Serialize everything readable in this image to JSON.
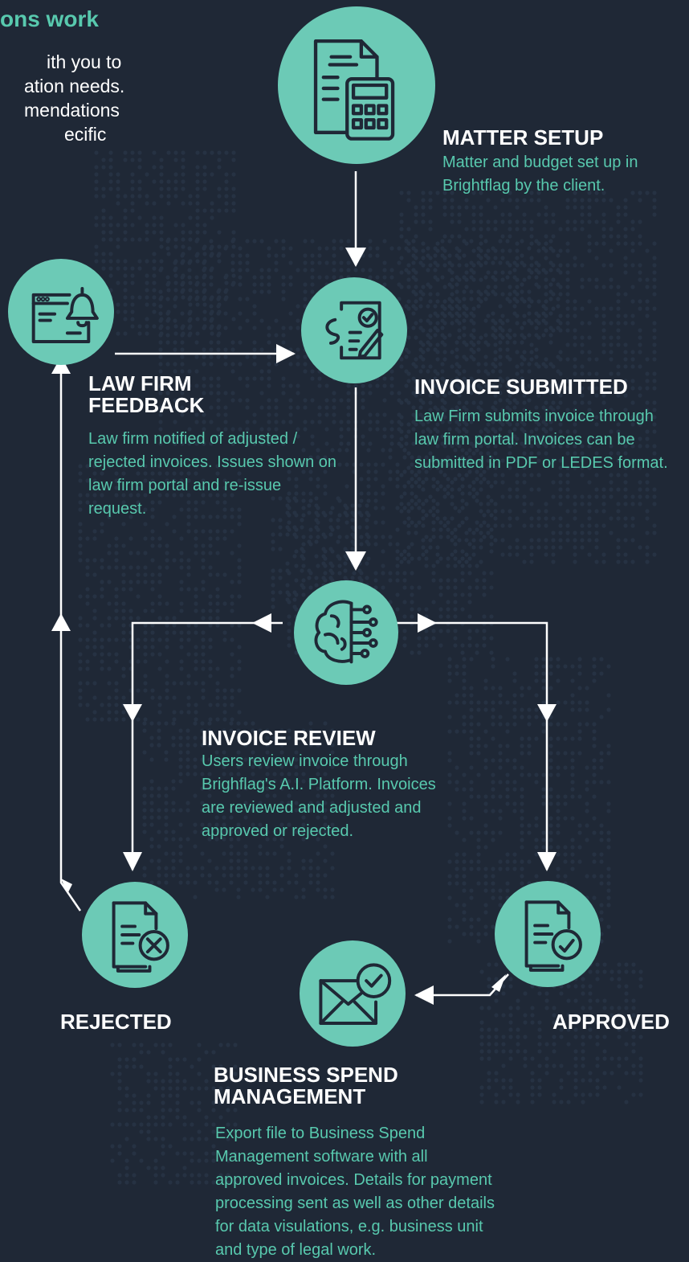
{
  "intro": {
    "title": "ons work",
    "lines": [
      "ith you to",
      "ation needs.",
      "mendations",
      "ecific"
    ]
  },
  "nodes": {
    "matter_setup": {
      "title": "MATTER SETUP",
      "desc": "Matter and budget set up in Brightflag by the client."
    },
    "invoice_submitted": {
      "title": "INVOICE SUBMITTED",
      "desc": "Law Firm submits invoice through law firm portal. Invoices can be submitted in PDF or LEDES format."
    },
    "law_firm_feedback": {
      "title": "LAW FIRM FEEDBACK",
      "desc": "Law firm notified of adjusted / rejected invoices. Issues shown on law firm portal and re-issue request."
    },
    "invoice_review": {
      "title": "INVOICE REVIEW",
      "desc": "Users review invoice through Brighflag's A.I. Platform. Invoices are reviewed and adjusted and approved or rejected."
    },
    "rejected": {
      "title": "REJECTED"
    },
    "approved": {
      "title": "APPROVED"
    },
    "business_spend": {
      "title": "BUSINESS SPEND MANAGEMENT",
      "desc": "Export file to Business Spend Management software with all approved invoices. Details for payment processing sent as well as other details for data visulations, e.g. business unit and type of legal work."
    }
  },
  "colors": {
    "background": "#1f2836",
    "accent": "#58c9ae",
    "circle": "#6ccab6",
    "icon": "#1f2836"
  },
  "icons": [
    "document-calculator-icon",
    "document-signature-icon",
    "browser-bell-icon",
    "brain-circuit-icon",
    "document-rejected-icon",
    "document-approved-icon",
    "email-check-icon"
  ]
}
